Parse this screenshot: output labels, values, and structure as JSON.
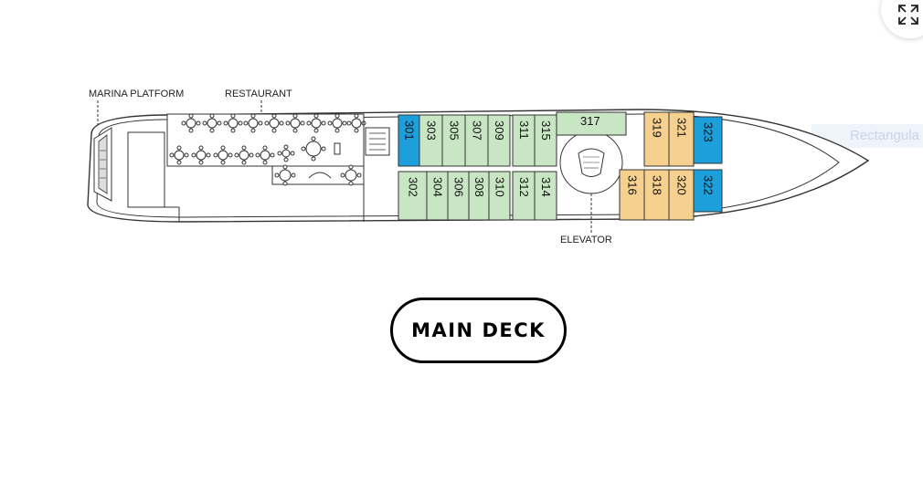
{
  "labels": {
    "marina_platform": "MARINA PLATFORM",
    "restaurant": "RESTAURANT",
    "elevator": "ELEVATOR"
  },
  "deck_title": "MAIN DECK",
  "ghost_text": "Rectangula",
  "colors": {
    "green": "#c9e6c4",
    "blue": "#1d9fdc",
    "yellow": "#f6d08e",
    "outline": "#333333"
  },
  "cabins": [
    {
      "number": "301",
      "category": "blue"
    },
    {
      "number": "303",
      "category": "green"
    },
    {
      "number": "305",
      "category": "green"
    },
    {
      "number": "307",
      "category": "green"
    },
    {
      "number": "309",
      "category": "green"
    },
    {
      "number": "311",
      "category": "green"
    },
    {
      "number": "315",
      "category": "green"
    },
    {
      "number": "317",
      "category": "green"
    },
    {
      "number": "319",
      "category": "yellow"
    },
    {
      "number": "321",
      "category": "yellow"
    },
    {
      "number": "323",
      "category": "blue"
    },
    {
      "number": "302",
      "category": "green"
    },
    {
      "number": "304",
      "category": "green"
    },
    {
      "number": "306",
      "category": "green"
    },
    {
      "number": "308",
      "category": "green"
    },
    {
      "number": "310",
      "category": "green"
    },
    {
      "number": "312",
      "category": "green"
    },
    {
      "number": "314",
      "category": "green"
    },
    {
      "number": "316",
      "category": "yellow"
    },
    {
      "number": "318",
      "category": "yellow"
    },
    {
      "number": "320",
      "category": "yellow"
    },
    {
      "number": "322",
      "category": "blue"
    }
  ]
}
